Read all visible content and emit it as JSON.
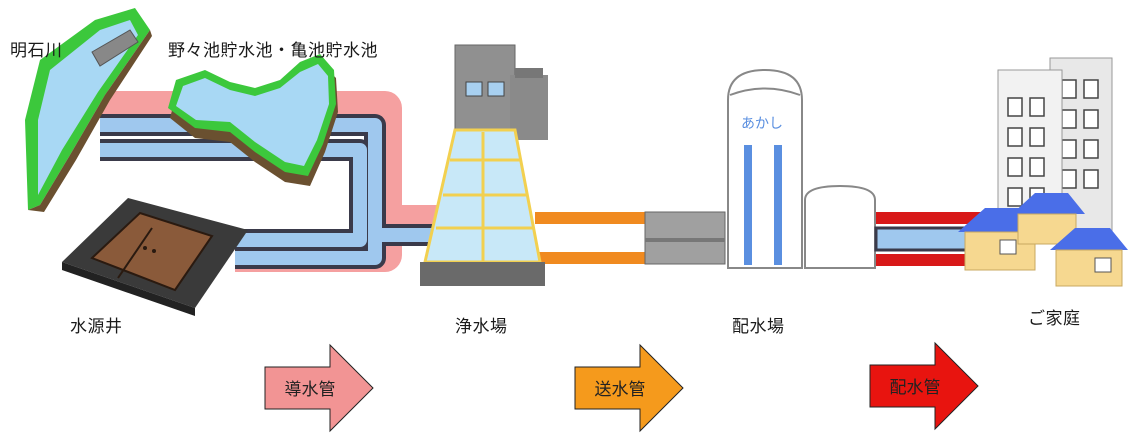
{
  "labels": {
    "river": "明石川",
    "reservoir": "野々池貯水池・亀池貯水池",
    "well": "水源井",
    "purification": "浄水場",
    "distribution": "配水場",
    "homes": "ご家庭"
  },
  "tank_text": "あかし",
  "pipes": [
    {
      "label": "導水管",
      "color": "#f08080"
    },
    {
      "label": "送水管",
      "color": "#f59a1c"
    },
    {
      "label": "配水管",
      "color": "#e8140f"
    }
  ]
}
